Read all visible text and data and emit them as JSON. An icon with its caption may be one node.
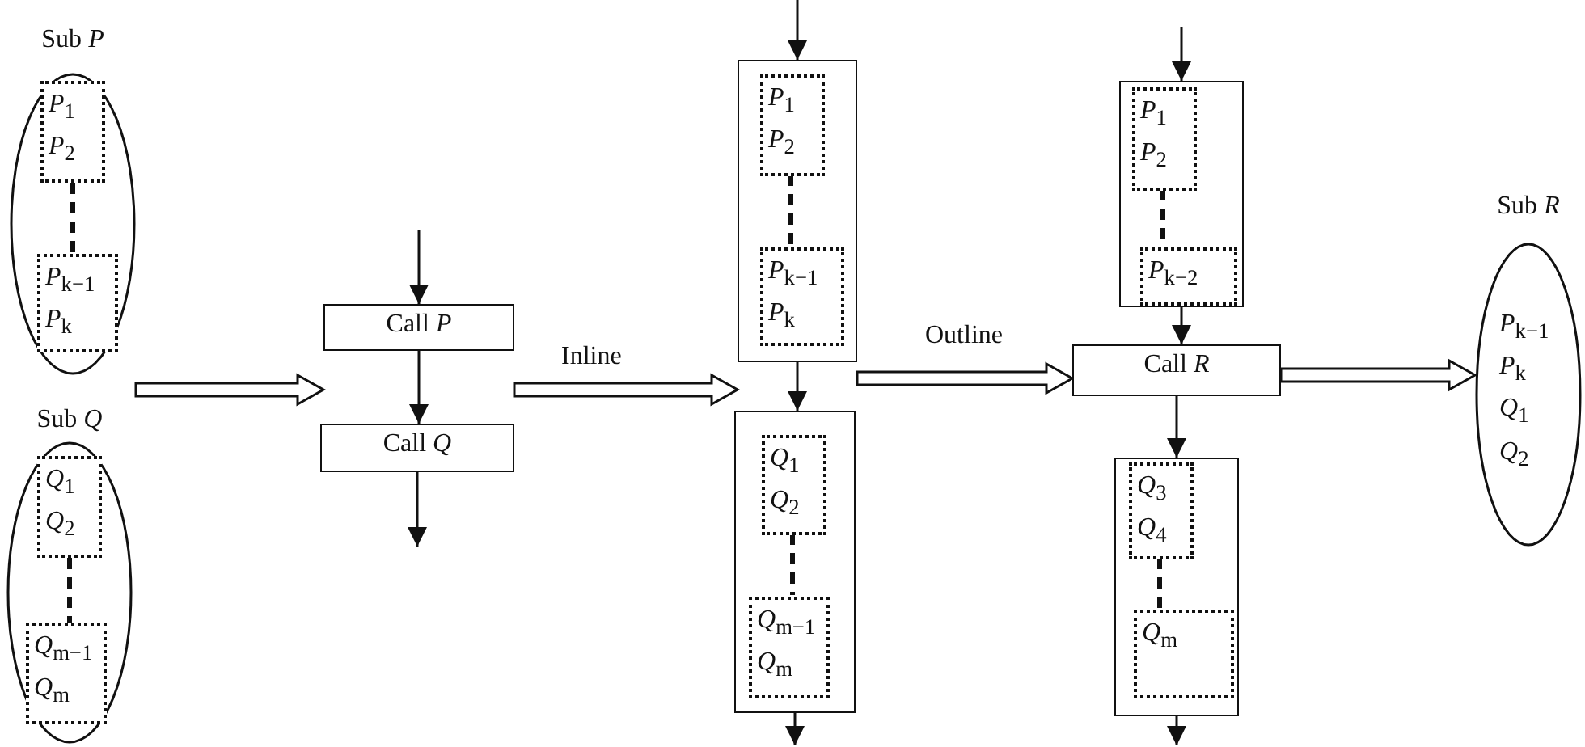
{
  "diagram": {
    "nodes": [
      {
        "text": [
          "Sub *P*"
        ]
      },
      {
        "text": [
          "*P*$_{1}$ *P*$_{2}$"
        ],
        "in": 0
      },
      {
        "text": [
          "*P*$_{k−1}$ *P*$_{k}$"
        ],
        "in": 0
      },
      {
        "text": [
          "Sub *Q*"
        ]
      },
      {
        "text": [
          "*Q*$_{1}$ *Q*$_{2}$"
        ],
        "in": 3
      },
      {
        "text": [
          "*Q*$_{m−1}$ *Q*$_{m}$"
        ],
        "in": 3
      },
      {
        "text": [
          "Call *P*"
        ]
      },
      {
        "text": [
          "Call *Q*"
        ]
      },
      {
        "text": [],
        "shape": "box"
      },
      {
        "text": [
          "*P*$_{1}$ *P*$_{2}$"
        ],
        "in": 8
      },
      {
        "text": [
          "*P*$_{k−1}$ *P*$_{k}$"
        ],
        "in": 8
      },
      {
        "text": [],
        "shape": "box"
      },
      {
        "text": [
          "*Q*$_{1}$ *Q*$_{2}$"
        ],
        "in": 11
      },
      {
        "text": [
          "*Q*$_{m−1}$ *Q*$_{m}$"
        ],
        "in": 11
      },
      {
        "text": [],
        "shape": "box"
      },
      {
        "text": [
          "*P*$_{1}$ *P*$_{2}$"
        ],
        "in": 14
      },
      {
        "text": [
          "*P*$_{k−2}$"
        ],
        "in": 14
      },
      {
        "text": [
          "Call *R*"
        ]
      },
      {
        "text": [],
        "shape": "box"
      },
      {
        "text": [
          "*Q*$_{3}$ *Q*$_{4}$"
        ],
        "in": 18
      },
      {
        "text": [
          "*Q*$_{m}$"
        ],
        "in": 18
      },
      {
        "text": [
          "Sub *R*",
          "*P*$_{k−1}$ *P*$_{k}$ *Q*$_{1}$ *Q*$_{2}$"
        ]
      }
    ],
    "edges": [
      {
        "from": 1,
        "to": 2,
        "arrow": "none",
        "style": "dashed"
      },
      {
        "from": 4,
        "to": 5,
        "arrow": "none",
        "style": "dashed"
      },
      {
        "from": 0,
        "to": 6,
        "arrow": "to",
        "style": "thick"
      },
      {
        "from": null,
        "to": 6,
        "arrow": "to"
      },
      {
        "from": 6,
        "to": 7,
        "arrow": "to"
      },
      {
        "from": 7,
        "to": null,
        "arrow": "to"
      },
      {
        "from": 7,
        "to": 8,
        "arrow": "to",
        "style": "thick",
        "label": "Inline"
      },
      {
        "from": 9,
        "to": 10,
        "arrow": "none",
        "style": "dashed"
      },
      {
        "from": 12,
        "to": 13,
        "arrow": "none",
        "style": "dashed"
      },
      {
        "from": null,
        "to": 8,
        "arrow": "to"
      },
      {
        "from": 8,
        "to": 11,
        "arrow": "to"
      },
      {
        "from": 11,
        "to": null,
        "arrow": "to"
      },
      {
        "from": 8,
        "to": 17,
        "arrow": "to",
        "style": "thick",
        "label": "Outline"
      },
      {
        "from": 15,
        "to": 16,
        "arrow": "none",
        "style": "dashed"
      },
      {
        "from": 19,
        "to": 20,
        "arrow": "none",
        "style": "dashed"
      },
      {
        "from": null,
        "to": 14,
        "arrow": "to"
      },
      {
        "from": 14,
        "to": 17,
        "arrow": "to"
      },
      {
        "from": 17,
        "to": 18,
        "arrow": "to"
      },
      {
        "from": 18,
        "to": null,
        "arrow": "to"
      },
      {
        "from": 17,
        "to": 21,
        "arrow": "to",
        "style": "thick"
      }
    ]
  }
}
